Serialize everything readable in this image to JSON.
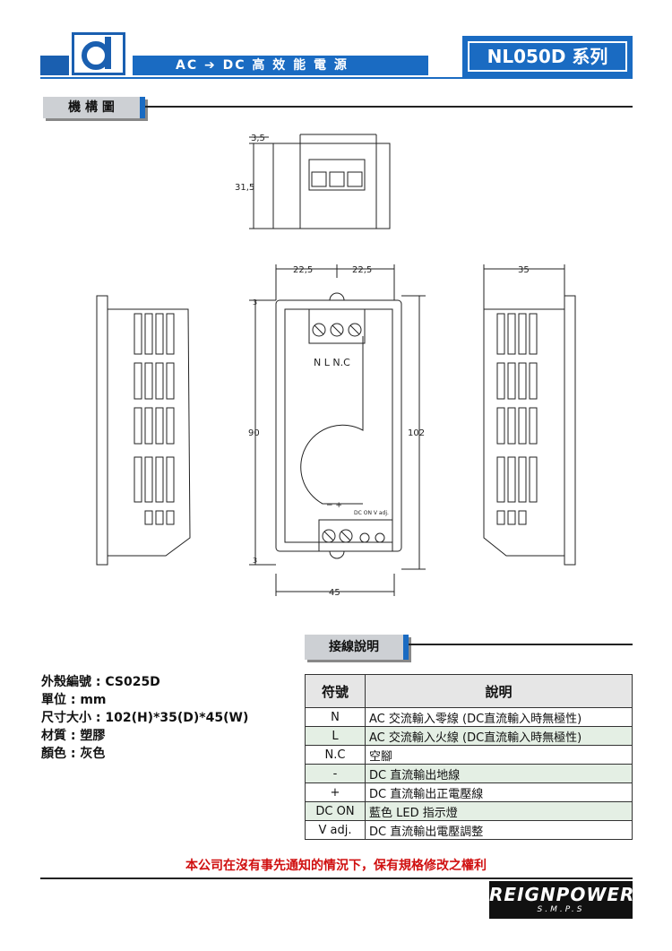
{
  "header": {
    "title": "AC ➔ DC 高 效 能 電 源",
    "series": "NL050D 系列",
    "brand_color": "#1a6bc2"
  },
  "sections": {
    "mechanical": "機 構 圖",
    "wiring": "接線說明"
  },
  "drawing": {
    "dims": {
      "top_margin": "3,5",
      "top_height": "31,5",
      "half_width_left": "22,5",
      "half_width_right": "22,5",
      "depth": "35",
      "inner_height": "90",
      "total_height": "102",
      "width": "45",
      "edge_small": "3"
    },
    "input_terminal_label": "N  L  N.C",
    "output_polarity_label": "−   +",
    "output_adj_label": "DC ON V adj."
  },
  "specs": {
    "case_no": "外殼編號 : CS025D",
    "unit": "單位 : mm",
    "size": "尺寸大小 : 102(H)*35(D)*45(W)",
    "material": "材質 : 塑膠",
    "color": "顏色 : 灰色"
  },
  "table": {
    "headers": [
      "符號",
      "說明"
    ],
    "rows": [
      {
        "symbol": "N",
        "desc": "AC 交流輸入零線 (DC直流輸入時無極性)"
      },
      {
        "symbol": "L",
        "desc": "AC 交流輸入火線 (DC直流輸入時無極性)"
      },
      {
        "symbol": "N.C",
        "desc": "空腳"
      },
      {
        "symbol": "-",
        "desc": "DC 直流輸出地線"
      },
      {
        "symbol": "+",
        "desc": "DC 直流輸出正電壓線"
      },
      {
        "symbol": "DC ON",
        "desc": "藍色 LED 指示燈"
      },
      {
        "symbol": "V adj.",
        "desc": "DC 直流輸出電壓調整"
      }
    ]
  },
  "notice": "本公司在沒有事先通知的情況下，保有規格修改之權利",
  "footer": {
    "brand": "REIGNPOWER",
    "brand_sub": "S.M.P.S"
  }
}
